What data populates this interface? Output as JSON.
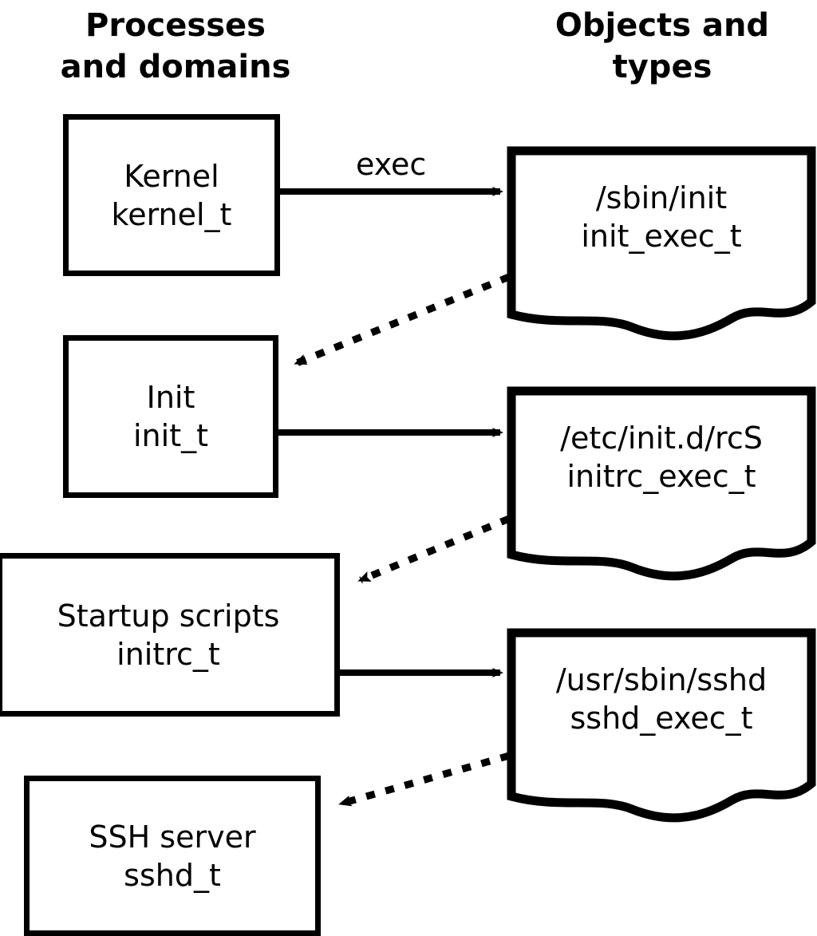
{
  "diagram": {
    "title_left": "Processes\nand domains",
    "title_right": "Objects and\ntypes",
    "process_nodes": [
      {
        "id": "kernel",
        "line1": "Kernel",
        "line2": "kernel_t"
      },
      {
        "id": "init",
        "line1": "Init",
        "line2": "init_t"
      },
      {
        "id": "initrc",
        "line1": "Startup scripts",
        "line2": "initrc_t"
      },
      {
        "id": "sshd",
        "line1": "SSH server",
        "line2": "sshd_t"
      }
    ],
    "object_nodes": [
      {
        "id": "init_exec",
        "line1": "/sbin/init",
        "line2": "init_exec_t"
      },
      {
        "id": "initrc_exec",
        "line1": "/etc/init.d/rcS",
        "line2": "initrc_exec_t"
      },
      {
        "id": "sshd_exec",
        "line1": "/usr/sbin/sshd",
        "line2": "sshd_exec_t"
      }
    ],
    "edges": [
      {
        "id": "kernel-exec-init",
        "from": "kernel",
        "to": "init_exec",
        "style": "solid",
        "label": "exec"
      },
      {
        "id": "init_exec-transition",
        "from": "init_exec",
        "to": "init",
        "style": "dotted",
        "label": ""
      },
      {
        "id": "init-exec-initrc",
        "from": "init",
        "to": "initrc_exec",
        "style": "solid",
        "label": ""
      },
      {
        "id": "initrc_exec-transition",
        "from": "initrc_exec",
        "to": "initrc",
        "style": "dotted",
        "label": ""
      },
      {
        "id": "initrc-exec-sshd",
        "from": "initrc",
        "to": "sshd_exec",
        "style": "solid",
        "label": ""
      },
      {
        "id": "sshd_exec-transition",
        "from": "sshd_exec",
        "to": "sshd",
        "style": "dotted",
        "label": ""
      }
    ],
    "colors": {
      "stroke": "#000000",
      "background": "#ffffff",
      "text": "#000000"
    }
  }
}
